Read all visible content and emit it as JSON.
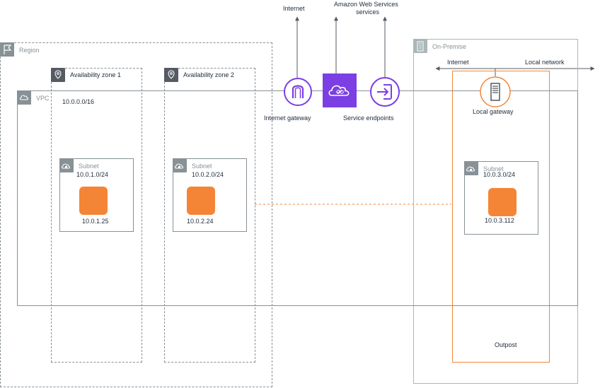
{
  "top": {
    "internet": "Internet",
    "aws_services_line1": "Amazon Web Services",
    "aws_services_line2": "services"
  },
  "region": {
    "label": "Region"
  },
  "vpc": {
    "label": "VPC",
    "cidr": "10.0.0.0/16"
  },
  "az1": {
    "label": "Availability zone 1"
  },
  "az2": {
    "label": "Availability zone 2"
  },
  "subnet1": {
    "label": "Subnet",
    "cidr": "10.0.1.0/24",
    "instance_ip": "10.0.1.25"
  },
  "subnet2": {
    "label": "Subnet",
    "cidr": "10.0.2.0/24",
    "instance_ip": "10.0.2.24"
  },
  "gateways": {
    "internet_gateway": "Internet gateway",
    "service_endpoints": "Service endpoints"
  },
  "onprem": {
    "label": "On-Premise",
    "internet": "Internet",
    "local_network": "Local network",
    "local_gateway": "Local gateway",
    "outpost": "Outpost"
  },
  "subnet3": {
    "label": "Subnet",
    "cidr": "10.0.3.0/24",
    "instance_ip": "10.0.3.112"
  },
  "colors": {
    "orange": "#f58536",
    "purple": "#7b3fe4",
    "gray": "#879196",
    "dark": "#545b64"
  },
  "icons": [
    "region-flag-icon",
    "vpc-cloud-icon",
    "az-pin-icon",
    "subnet-cloud-lock-icon",
    "internet-gateway-icon",
    "aws-cloud-icon",
    "endpoint-icon",
    "on-premise-building-icon",
    "server-icon"
  ]
}
